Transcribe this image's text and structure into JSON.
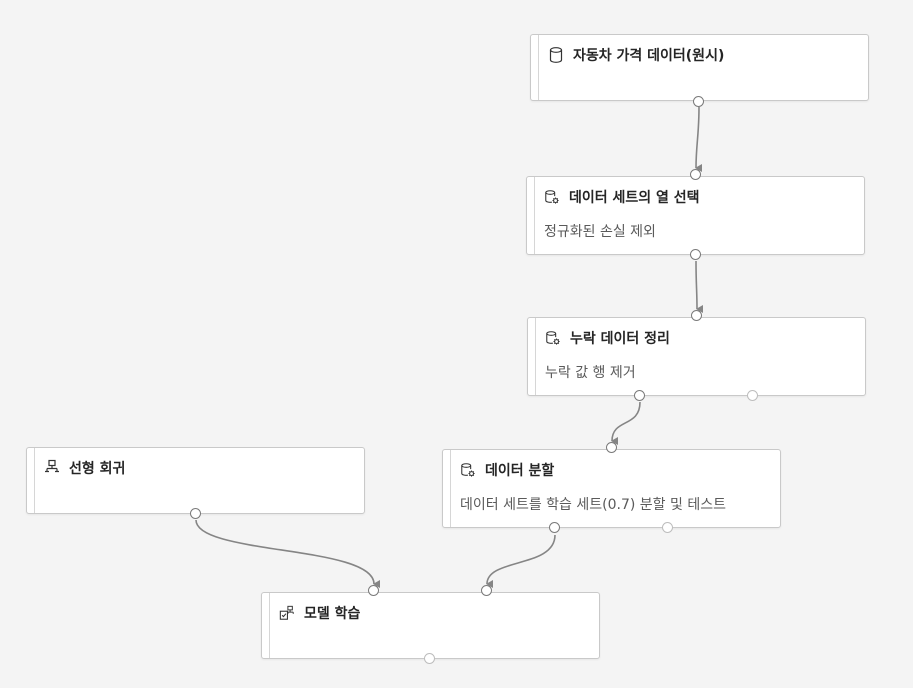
{
  "nodes": {
    "raw_data": {
      "title": "자동차 가격 데이터(원시)",
      "icon": "database-icon"
    },
    "select_columns": {
      "title": "데이터 세트의 열 선택",
      "subtitle": "정규화된 손실 제외",
      "icon": "dataset-gear-icon"
    },
    "clean_missing": {
      "title": "누락 데이터 정리",
      "subtitle": "누락 값 행 제거",
      "icon": "dataset-gear-icon"
    },
    "split_data": {
      "title": "데이터 분할",
      "subtitle": "데이터 세트를 학습 세트(0.7) 분할 및 테스트",
      "icon": "dataset-gear-icon"
    },
    "linear_regression": {
      "title": "선형 회귀",
      "icon": "hierarchy-icon"
    },
    "train_model": {
      "title": "모델 학습",
      "icon": "train-model-icon"
    }
  },
  "colors": {
    "edge": "#858585",
    "background": "#f4f4f4",
    "node_border": "#c9c9c9"
  }
}
